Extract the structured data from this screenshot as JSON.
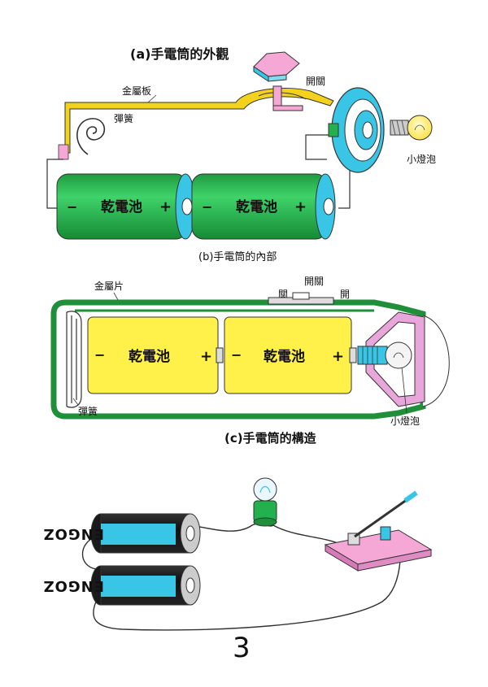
{
  "panel_a": {
    "caption": "(a)手電筒的外觀",
    "label_plate": "金屬板",
    "label_switch": "開關",
    "label_spring": "彈簧",
    "label_bulb": "小燈泡",
    "battery_text": "乾電池",
    "minus": "−",
    "plus": "+"
  },
  "panel_b": {
    "caption": "(b)手電筒的內部",
    "label_strip": "金屬片",
    "label_switch": "開關",
    "label_off": "關",
    "label_on": "開",
    "label_spring": "彈簧",
    "label_bulb": "小燈泡",
    "battery_text": "乾電池",
    "minus": "−",
    "plus": "+"
  },
  "panel_c": {
    "caption": "(c)手電筒的構造",
    "brand": "ENGOZ"
  },
  "page_number": "3",
  "colors": {
    "battery_green": "#22b14c",
    "battery_yellow": "#fff14a",
    "metal_yellow": "#f2d21a",
    "switch_pink": "#f5a8d6",
    "cyan": "#39c6e6",
    "case_green": "#1f8f3a",
    "plate_pink": "#e8a6da"
  }
}
